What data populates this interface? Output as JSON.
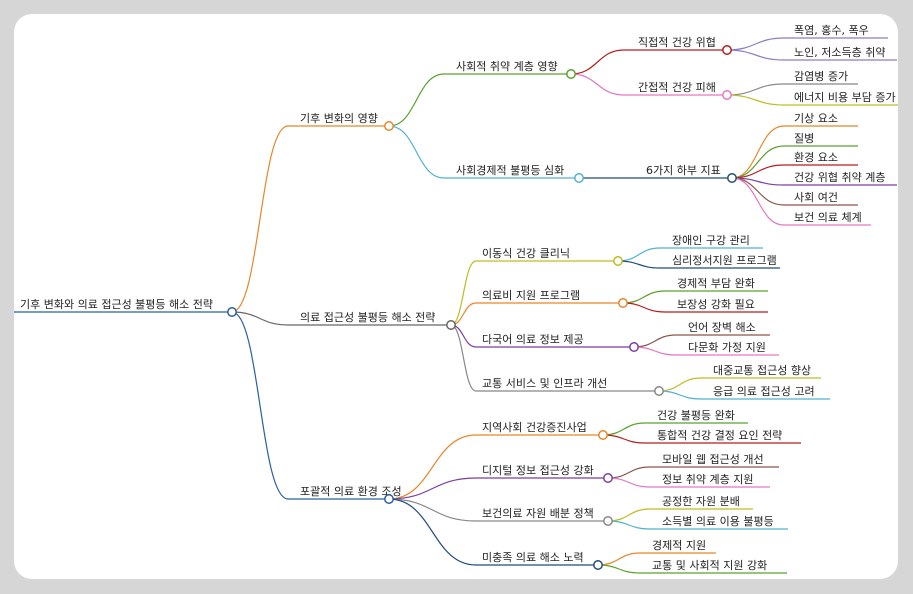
{
  "mindmap": {
    "root": "기후 변화와 의료 접근성 불평등 해소 전략",
    "branches": [
      {
        "label": "기후 변화의 영향",
        "color": "#e8872b",
        "children": [
          {
            "label": "사회적 취약 계층 영향",
            "color": "#5aa02c",
            "children": [
              {
                "label": "직접적 건강 위협",
                "color": "#b71c1c",
                "children": [
                  {
                    "label": "폭염, 홍수, 폭우",
                    "color": "#8e7cc3"
                  },
                  {
                    "label": "노인, 저소득층 취약",
                    "color": "#8e7cc3"
                  }
                ]
              },
              {
                "label": "간접적 건강 피해",
                "color": "#e377c2",
                "children": [
                  {
                    "label": "감염병 증가",
                    "color": "#888888"
                  },
                  {
                    "label": "에너지 비용 부담 증가",
                    "color": "#bcbd22"
                  }
                ]
              }
            ]
          },
          {
            "label": "사회경제적 불평등 심화",
            "color": "#4fb3d0",
            "children": [
              {
                "label": "6가지 하부 지표",
                "color": "#1f4e79",
                "children": [
                  {
                    "label": "기상 요소",
                    "color": "#e8872b"
                  },
                  {
                    "label": "질병",
                    "color": "#5aa02c"
                  },
                  {
                    "label": "환경 요소",
                    "color": "#b71c1c"
                  },
                  {
                    "label": "건강 위협 취약 계층",
                    "color": "#7b3fa0"
                  },
                  {
                    "label": "사회 여건",
                    "color": "#8c564b"
                  },
                  {
                    "label": "보건 의료 체계",
                    "color": "#e377c2"
                  }
                ]
              }
            ]
          }
        ]
      },
      {
        "label": "의료 접근성 불평등 해소 전략",
        "color": "#666666",
        "children": [
          {
            "label": "이동식 건강 클리닉",
            "color": "#bcbd22",
            "children": [
              {
                "label": "장애인 구강 관리",
                "color": "#4fb3d0"
              },
              {
                "label": "심리정서지원 프로그램",
                "color": "#1f4e79"
              }
            ]
          },
          {
            "label": "의료비 지원 프로그램",
            "color": "#e8872b",
            "children": [
              {
                "label": "경제적 부담 완화",
                "color": "#5aa02c"
              },
              {
                "label": "보장성 강화 필요",
                "color": "#b71c1c"
              }
            ]
          },
          {
            "label": "다국어 의료 정보 제공",
            "color": "#7b3fa0",
            "children": [
              {
                "label": "언어 장벽 해소",
                "color": "#8c564b"
              },
              {
                "label": "다문화 가정 지원",
                "color": "#e377c2"
              }
            ]
          },
          {
            "label": "교통 서비스 및 인프라 개선",
            "color": "#888888",
            "children": [
              {
                "label": "대중교통 접근성 향상",
                "color": "#bcbd22"
              },
              {
                "label": "응급 의료 접근성 고려",
                "color": "#4fb3d0"
              }
            ]
          }
        ]
      },
      {
        "label": "포괄적 의료 환경 조성",
        "color": "#2a5f9e",
        "children": [
          {
            "label": "지역사회 건강증진사업",
            "color": "#e8872b",
            "children": [
              {
                "label": "건강 불평등 완화",
                "color": "#5aa02c"
              },
              {
                "label": "통합적 건강 결정 요인 전략",
                "color": "#b71c1c"
              }
            ]
          },
          {
            "label": "디지털 정보 접근성 강화",
            "color": "#7b3fa0",
            "children": [
              {
                "label": "모바일 웹 접근성 개선",
                "color": "#8c564b"
              },
              {
                "label": "정보 취약 계층 지원",
                "color": "#e377c2"
              }
            ]
          },
          {
            "label": "보건의료 자원 배분 정책",
            "color": "#888888",
            "children": [
              {
                "label": "공정한 자원 분배",
                "color": "#bcbd22"
              },
              {
                "label": "소득별 의료 이용 불평등",
                "color": "#4fb3d0"
              }
            ]
          },
          {
            "label": "미충족 의료 해소 노력",
            "color": "#1f4e79",
            "children": [
              {
                "label": "경제적 지원",
                "color": "#e8872b"
              },
              {
                "label": "교통 및 사회적 지원 강화",
                "color": "#5aa02c"
              }
            ]
          }
        ]
      }
    ]
  }
}
